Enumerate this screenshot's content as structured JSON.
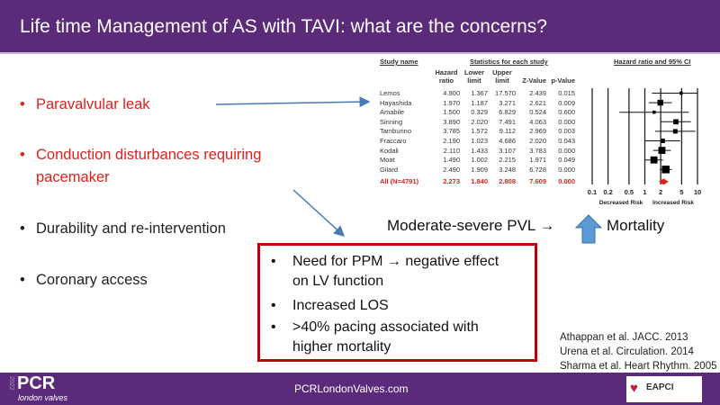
{
  "title": "Life time Management of AS with TAVI: what are the concerns?",
  "bullets": [
    {
      "text": "Paravalvular leak",
      "color": "#e0201c"
    },
    {
      "line1": "Conduction disturbances requiring",
      "line2": "pacemaker",
      "color": "#e0201c"
    },
    {
      "text": "Durability and re-intervention"
    },
    {
      "text": "Coronary access"
    }
  ],
  "pvl_text": "Moderate-severe PVL →",
  "mortality_text": "Mortality",
  "box": {
    "items": [
      {
        "line1": "Need for PPM → negative effect",
        "line2": "on LV function"
      },
      {
        "line1": "Increased LOS"
      },
      {
        "line1": ">40% pacing associated with",
        "line2": "higher mortality"
      }
    ]
  },
  "references": [
    "Athappan et al. JACC. 2013",
    "Urena et al. Circulation. 2014",
    "Sharma et al. Heart Rhythm. 2005"
  ],
  "footer": {
    "url": "PCRLondonValves.com",
    "logo_text": "PCR",
    "logo_sub": "london valves",
    "year": "2022",
    "eapci": "EAPCI"
  },
  "chart_data": {
    "type": "forest",
    "headers": {
      "study": "Study name",
      "stats": "Statistics for each study",
      "hr": [
        "Hazard",
        "ratio"
      ],
      "lower": [
        "Lower",
        "limit"
      ],
      "upper": [
        "Upper",
        "limit"
      ],
      "z": "Z-Value",
      "p": "p-Value",
      "plot": "Hazard ratio and 95% CI"
    },
    "rows": [
      {
        "study": "Lemos",
        "hr": "4.900",
        "lower": "1.367",
        "upper": "17.570",
        "z": "2.439",
        "p": "0.015",
        "weight": 3
      },
      {
        "study": "Hayashida",
        "hr": "1.970",
        "lower": "1.187",
        "upper": "3.271",
        "z": "2.621",
        "p": "0.009",
        "weight": 7
      },
      {
        "study": "Amabile",
        "hr": "1.500",
        "lower": "0.329",
        "upper": "6.829",
        "z": "0.524",
        "p": "0.600",
        "weight": 3
      },
      {
        "study": "Sinning",
        "hr": "3.890",
        "lower": "2.020",
        "upper": "7.491",
        "z": "4.063",
        "p": "0.000",
        "weight": 6
      },
      {
        "study": "Tamburino",
        "hr": "3.785",
        "lower": "1.572",
        "upper": "9.112",
        "z": "2.969",
        "p": "0.003",
        "weight": 5
      },
      {
        "study": "Fraccaro",
        "hr": "2.190",
        "lower": "1.023",
        "upper": "4.686",
        "z": "2.020",
        "p": "0.043",
        "weight": 5
      },
      {
        "study": "Kodali",
        "hr": "2.110",
        "lower": "1.433",
        "upper": "3.107",
        "z": "3.783",
        "p": "0.000",
        "weight": 9
      },
      {
        "study": "Moat",
        "hr": "1.490",
        "lower": "1.002",
        "upper": "2.215",
        "z": "1.971",
        "p": "0.049",
        "weight": 9
      },
      {
        "study": "Gilard",
        "hr": "2.490",
        "lower": "1.909",
        "upper": "3.248",
        "z": "6.728",
        "p": "0.000",
        "weight": 10
      }
    ],
    "summary": {
      "study": "All (N=4791)",
      "hr": "2.273",
      "lower": "1.840",
      "upper": "2.808",
      "z": "7.609",
      "p": "0.000",
      "color": "#e0201c"
    },
    "x_scale": "log",
    "xlim": [
      0.1,
      10
    ],
    "ticks": [
      "0.1",
      "0.2",
      "0.5",
      "1",
      "2",
      "5",
      "10"
    ],
    "xlabel_left": "Decreased Risk",
    "xlabel_right": "Increased Risk"
  }
}
